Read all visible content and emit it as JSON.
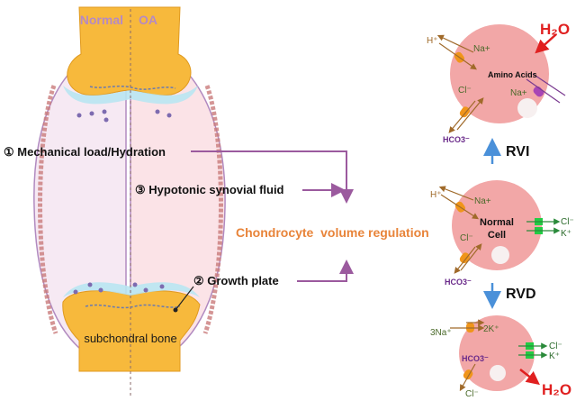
{
  "joint": {
    "normal_label": "Normal",
    "oa_label": "OA",
    "bone_label": "subchondral bone"
  },
  "factors": {
    "mechanical": "① Mechanical load/Hydration",
    "hypotonic": "③ Hypotonic synovial fluid",
    "growth": "② Growth plate"
  },
  "center_label": "Chondrocyte  volume regulation",
  "cells": {
    "top": {
      "h2o": "H₂O",
      "h": "H⁺",
      "na1": "Na+",
      "cl": "Cl⁻",
      "amino": "Amino Acids",
      "na2": "Na+",
      "hco3": "HCO3⁻"
    },
    "rvi": "RVI",
    "normal": {
      "h": "H⁺",
      "na": "Na+",
      "title": "Normal Cell",
      "cl": "Cl⁻",
      "cl_out": "Cl⁻",
      "k_out": "K⁺",
      "hco3": "HCO3⁻"
    },
    "rvd": "RVD",
    "bottom": {
      "na3": "3Na⁺",
      "k2": "2K⁺",
      "hco3": "HCO3⁻",
      "cl_out": "Cl⁻",
      "k_out": "K⁺",
      "cl": "Cl⁻",
      "h2o": "H₂O"
    }
  },
  "colors": {
    "purple": "#9b5a9e",
    "orange_text": "#e8843a",
    "cell_fill": "#f2a7a7",
    "bone": "#f7b93c",
    "cartilage": "#b9e6f2",
    "blue_arrow": "#4a90d9",
    "red": "#e02020",
    "green": "#22cc44",
    "brown": "#a06a2a"
  }
}
